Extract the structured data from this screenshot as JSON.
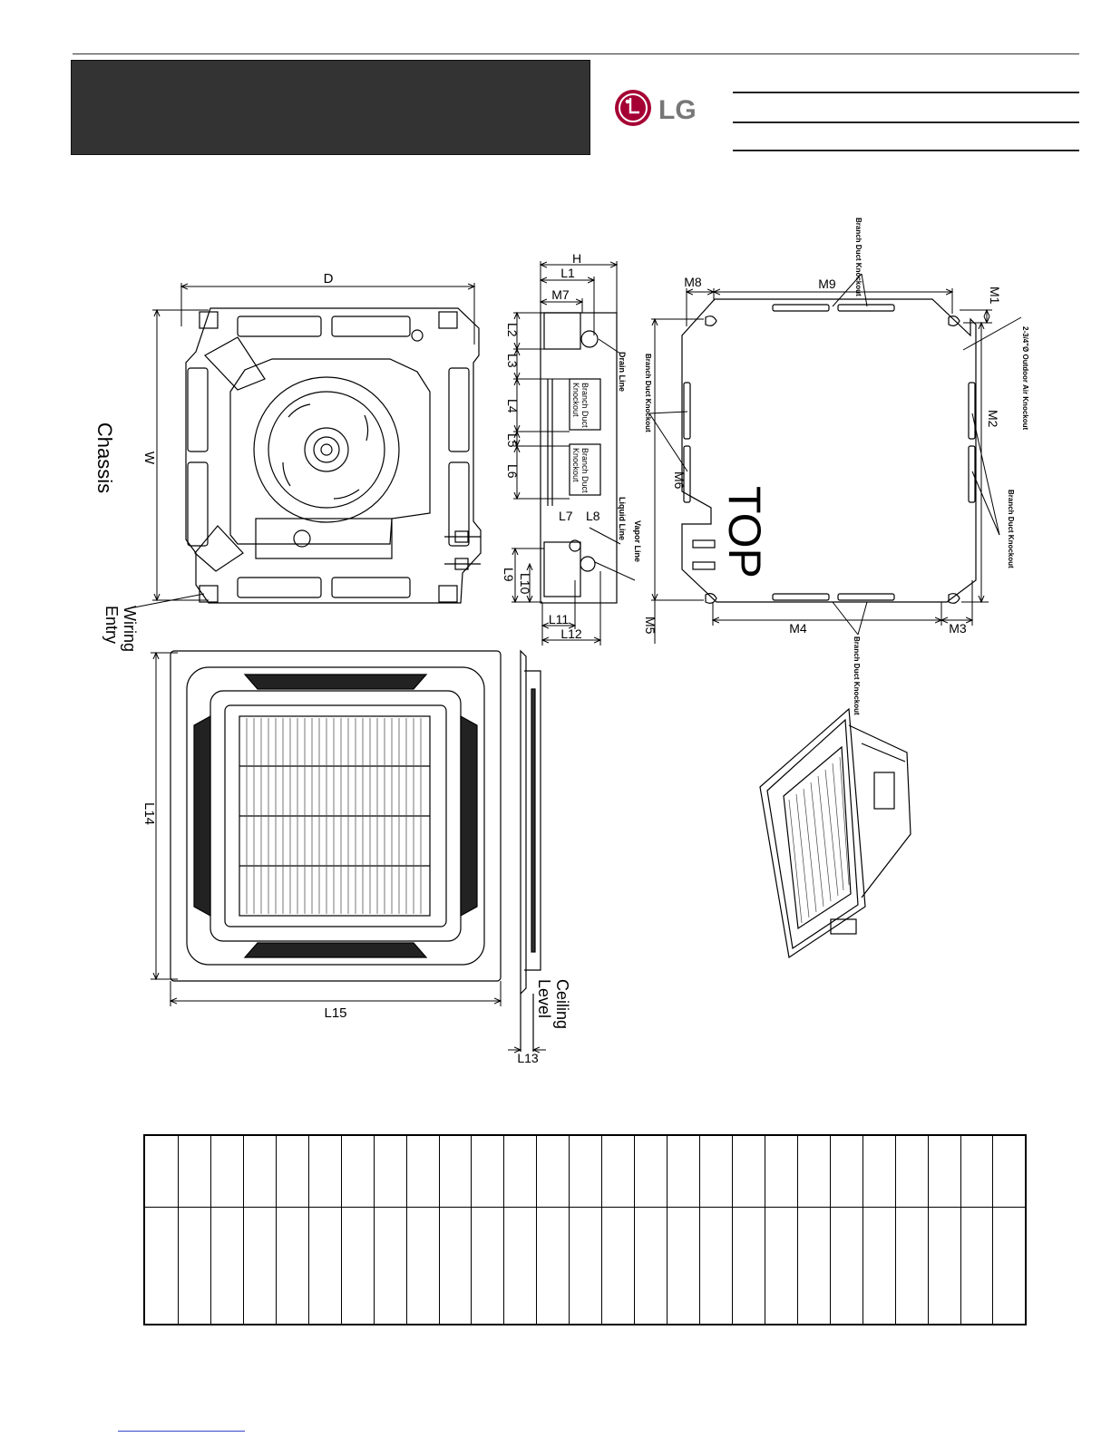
{
  "brand": {
    "logo_text": "LG",
    "logo_color": "#a50034"
  },
  "labels": {
    "chassis": "Chassis",
    "wiring_entry": "Wiring\nEntry",
    "ceiling_level": "Ceiling\nLevel",
    "top": "TOP",
    "drain_line": "Drain Line",
    "liquid_line": "Liquid Line",
    "vapor_line": "Vapor Line",
    "branch_duct_knockout": "Branch Duct Knockout",
    "outdoor_air_knockout": "2-3/4\"Ø Outdoor Air Knockout"
  },
  "dimensions": {
    "front": [
      "D",
      "W"
    ],
    "side": [
      "H",
      "L1",
      "M7",
      "L2",
      "L3",
      "L4",
      "L5",
      "L6",
      "L7",
      "L8",
      "L9",
      "L10",
      "L11",
      "L12"
    ],
    "top": [
      "M8",
      "M9",
      "M1",
      "M2",
      "M6",
      "M5",
      "M4",
      "M3"
    ],
    "grille": [
      "L14",
      "L15",
      "L13"
    ]
  },
  "table": {
    "columns": 27
  }
}
